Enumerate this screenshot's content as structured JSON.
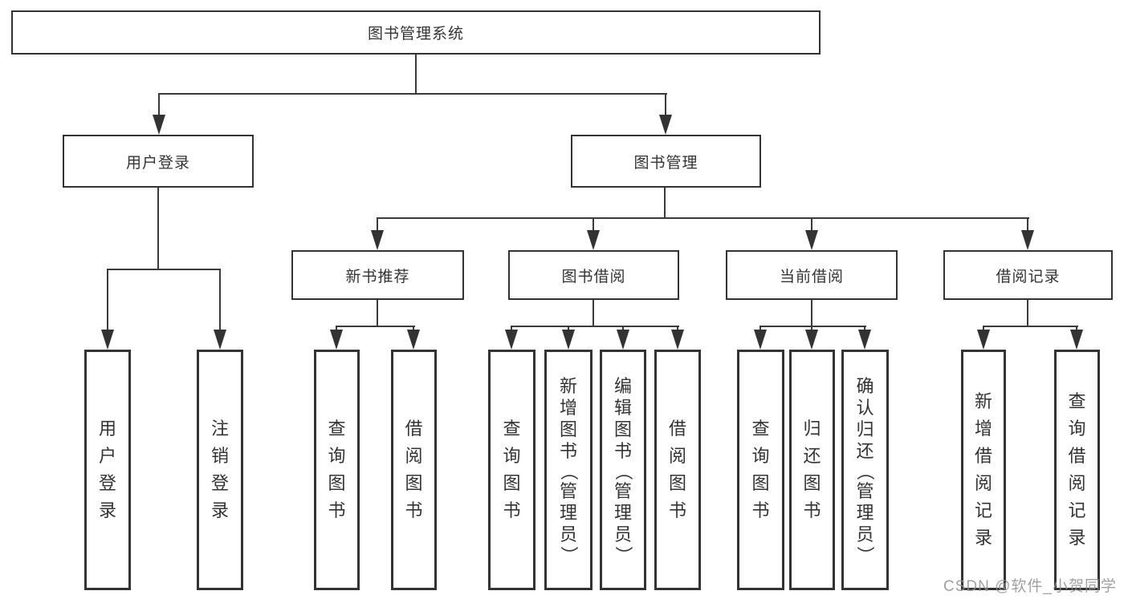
{
  "diagram": {
    "title": "图书管理系统",
    "level2": [
      {
        "label": "用户登录"
      },
      {
        "label": "图书管理"
      }
    ],
    "level3": [
      {
        "label": "新书推荐",
        "parent": "图书管理"
      },
      {
        "label": "图书借阅",
        "parent": "图书管理"
      },
      {
        "label": "当前借阅",
        "parent": "图书管理"
      },
      {
        "label": "借阅记录",
        "parent": "图书管理"
      }
    ],
    "leaves": [
      {
        "label": "用户登录",
        "parent": "用户登录"
      },
      {
        "label": "注销登录",
        "parent": "用户登录"
      },
      {
        "label": "查询图书",
        "parent": "新书推荐"
      },
      {
        "label": "借阅图书",
        "parent": "新书推荐"
      },
      {
        "label": "查询图书",
        "parent": "图书借阅"
      },
      {
        "label": "新增图书（管理员）",
        "parent": "图书借阅"
      },
      {
        "label": "编辑图书（管理员）",
        "parent": "图书借阅"
      },
      {
        "label": "借阅图书",
        "parent": "图书借阅"
      },
      {
        "label": "查询图书",
        "parent": "当前借阅"
      },
      {
        "label": "归还图书",
        "parent": "当前借阅"
      },
      {
        "label": "确认归还（管理员）",
        "parent": "当前借阅"
      },
      {
        "label": "新增借阅记录",
        "parent": "借阅记录"
      },
      {
        "label": "查询借阅记录",
        "parent": "借阅记录"
      }
    ]
  },
  "watermark": "CSDN @软件_小贺同学",
  "colors": {
    "line": "#3a3a3a",
    "border": "#333333",
    "text": "#333333",
    "background": "#ffffff",
    "watermark": "#919191"
  }
}
